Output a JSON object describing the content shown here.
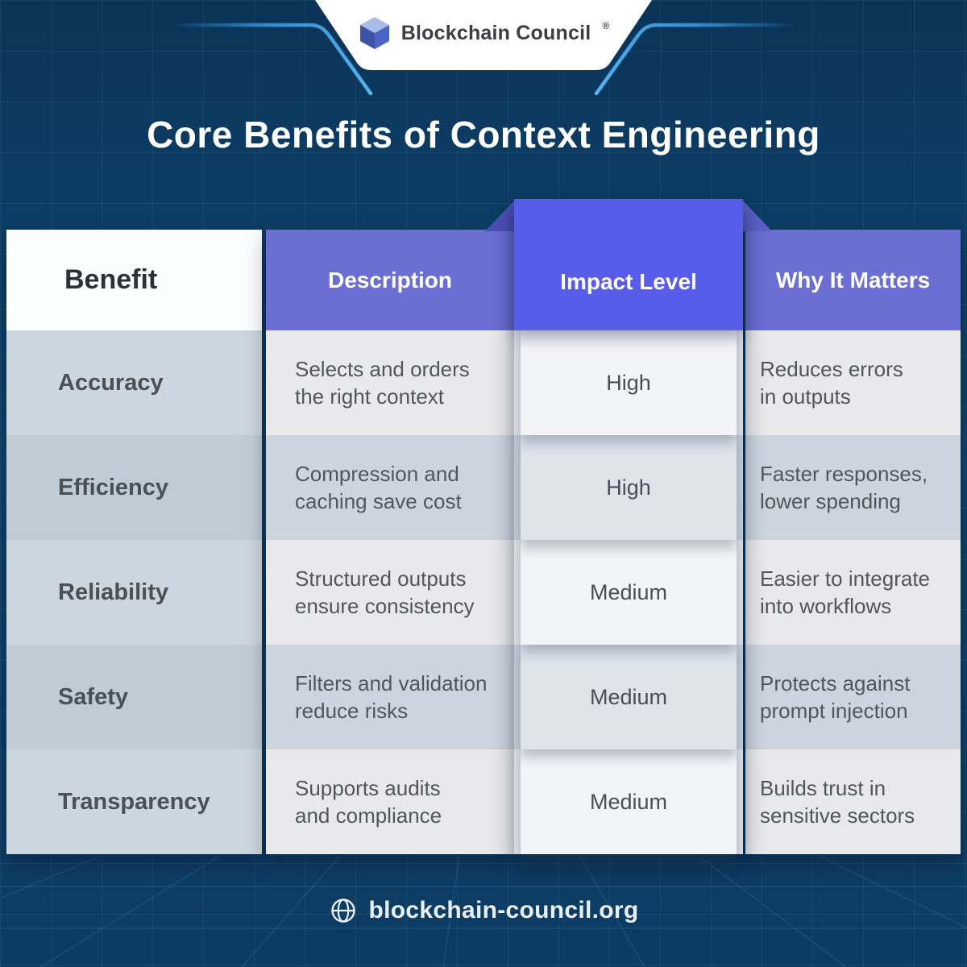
{
  "brand": {
    "logo_text": "Blockchain Council",
    "registered_mark": "®",
    "cube_icon": "blockchain-cube-logo"
  },
  "title": "Core Benefits of Context Engineering",
  "chart_data": {
    "type": "table",
    "title": "Core Benefits of Context Engineering",
    "columns": [
      "Benefit",
      "Description",
      "Impact Level",
      "Why It Matters"
    ],
    "rows": [
      [
        "Accuracy",
        "Selects and orders the right context",
        "High",
        "Reduces errors in outputs"
      ],
      [
        "Efficiency",
        "Compression and caching save cost",
        "High",
        "Faster responses, lower spending"
      ],
      [
        "Reliability",
        "Structured outputs ensure consistency",
        "Medium",
        "Easier to integrate into workflows"
      ],
      [
        "Safety",
        "Filters and validation reduce risks",
        "Medium",
        "Protects against prompt injection"
      ],
      [
        "Transparency",
        "Supports audits and compliance",
        "Medium",
        "Builds trust in sensitive sectors"
      ]
    ]
  },
  "table": {
    "headers": {
      "benefit": "Benefit",
      "description": "Description",
      "impact": "Impact Level",
      "why": "Why It Matters"
    },
    "rows": [
      {
        "benefit": "Accuracy",
        "description": "Selects and orders\nthe right context",
        "impact": "High",
        "why": "Reduces errors\nin outputs"
      },
      {
        "benefit": "Efficiency",
        "description": "Compression and\ncaching save cost",
        "impact": "High",
        "why": "Faster responses,\nlower spending"
      },
      {
        "benefit": "Reliability",
        "description": "Structured outputs\nensure consistency",
        "impact": "Medium",
        "why": "Easier to integrate\ninto workflows"
      },
      {
        "benefit": "Safety",
        "description": "Filters and validation\nreduce risks",
        "impact": "Medium",
        "why": "Protects against\nprompt injection"
      },
      {
        "benefit": "Transparency",
        "description": "Supports audits\nand compliance",
        "impact": "Medium",
        "why": "Builds trust in\nsensitive sectors"
      }
    ]
  },
  "footer": {
    "site": "blockchain-council.org",
    "icon": "globe-icon"
  },
  "colors": {
    "background": "#0d3c63",
    "accent_line": "#2f8fd6",
    "header_purple": "#6b6fd3",
    "impact_header_purple": "#575de8",
    "benefit_header_bg": "#fcfdfe",
    "row_light": "#e9e9ec",
    "row_blue": "#ccd5dd",
    "benefit_row_light": "#ccd6de",
    "benefit_row_blue": "#bfccd6",
    "impact_card_light": "#f3f4f7",
    "impact_card_blue": "#dde4ea"
  }
}
